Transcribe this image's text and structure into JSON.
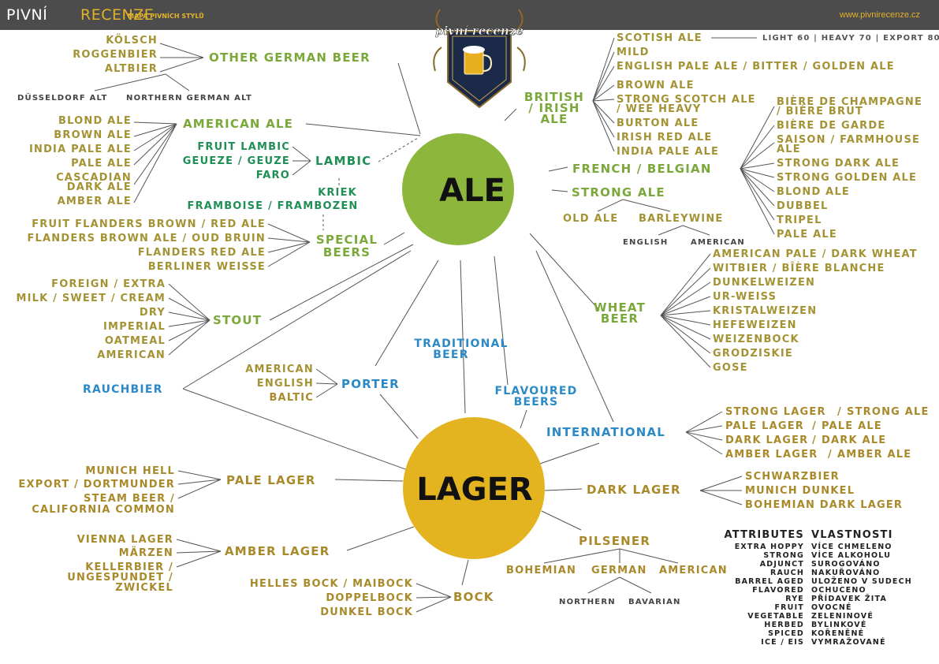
{
  "header": {
    "brand_part1": "PIVNÍ",
    "brand_part2": "RECENZE",
    "subtitle": "MAPA PIVNÍCH STYLŮ",
    "url": "www.pivnirecenze.cz"
  },
  "logo": {
    "text": "pivní recenze"
  },
  "colors": {
    "ale": "#8cb63c",
    "lager": "#e3b420",
    "olive": "#a49334",
    "green": "#7aa83a",
    "blue": "#2b8ac6",
    "gold": "#a98a2a",
    "tan": "#9a7a3a",
    "teal": "#1f8f55",
    "line": "#555555"
  },
  "hubs": {
    "ale": "ALE",
    "lager": "LAGER"
  },
  "categories": {
    "other_german": "OTHER GERMAN BEER",
    "american_ale": "AMERICAN ALE",
    "lambic": "LAMBIC",
    "special_1": "SPECIAL",
    "special_2": "BEERS",
    "stout": "STOUT",
    "rauchbier": "RAUCHBIER",
    "porter": "PORTER",
    "traditional_1": "TRADITIONAL",
    "traditional_2": "BEER",
    "flavoured_1": "FLAVOURED",
    "flavoured_2": "BEERS",
    "international": "INTERNATIONAL",
    "british_1": "BRITISH",
    "british_2": "/ IRISH",
    "british_3": "ALE",
    "french_belgian": "FRENCH / BELGIAN",
    "strong_ale": "STRONG ALE",
    "wheat_1": "WHEAT",
    "wheat_2": "BEER",
    "pale_lager": "PALE LAGER",
    "amber_lager": "AMBER LAGER",
    "bock": "BOCK",
    "pilsener": "PILSENER",
    "dark_lager": "DARK LAGER"
  },
  "other_german_items": [
    "KÖLSCH",
    "ROGGENBIER",
    "ALTBIER"
  ],
  "altbier_subs": [
    "DÜSSELDORF ALT",
    "NORTHERN GERMAN ALT"
  ],
  "american_ale_items": [
    "BLOND ALE",
    "BROWN ALE",
    "INDIA PALE ALE",
    "PALE ALE",
    "CASCADIAN",
    "DARK ALE",
    "AMBER ALE"
  ],
  "lambic_items": [
    "FRUIT LAMBIC",
    "GEUEZE / GEUZE",
    "FARO"
  ],
  "kriek": [
    "KRIEK",
    "FRAMBOISE / FRAMBOZEN"
  ],
  "special_items": [
    "FRUIT FLANDERS BROWN / RED ALE",
    "FLANDERS BROWN ALE / OUD BRUIN",
    "FLANDERS RED ALE",
    "BERLINER WEISSE"
  ],
  "stout_items": [
    "FOREIGN / EXTRA",
    "MILK / SWEET / CREAM",
    "DRY",
    "IMPERIAL",
    "OATMEAL",
    "AMERICAN"
  ],
  "porter_items": [
    "AMERICAN",
    "ENGLISH",
    "BALTIC"
  ],
  "british_items": [
    "SCOTISH ALE",
    "MILD",
    "ENGLISH PALE ALE / BITTER / GOLDEN ALE",
    "BROWN ALE",
    "STRONG SCOTCH ALE",
    "/ WEE HEAVY",
    "BURTON ALE",
    "IRISH RED ALE",
    "INDIA PALE ALE"
  ],
  "scotish_note": "LIGHT 60 | HEAVY 70 | EXPORT 80",
  "french_items": [
    "BIÈRE DE CHAMPAGNE",
    "/ BIÈRE BRUT",
    "BIÈRE DE GARDE",
    "SAISON / FARMHOUSE",
    "ALE",
    "STRONG DARK ALE",
    "STRONG GOLDEN ALE",
    "BLOND ALE",
    "DUBBEL",
    "TRIPEL",
    "PALE ALE"
  ],
  "strong_ale_items": [
    "OLD ALE",
    "BARLEYWINE"
  ],
  "barleywine_subs": [
    "ENGLISH",
    "AMERICAN"
  ],
  "wheat_items": [
    "AMERICAN PALE / DARK WHEAT",
    "WITBIER / BÎÈRE BLANCHE",
    "DUNKELWEIZEN",
    "UR-WEISS",
    "KRISTALWEIZEN",
    "HEFEWEIZEN",
    "WEIZENBOCK",
    "GRODZISKIE",
    "GOSE"
  ],
  "international_items": [
    {
      "a": "STRONG LAGER",
      "s": "/",
      "b": "STRONG ALE"
    },
    {
      "a": "PALE LAGER",
      "s": "/",
      "b": "PALE ALE"
    },
    {
      "a": "DARK LAGER",
      "s": "/",
      "b": "DARK ALE"
    },
    {
      "a": "AMBER LAGER",
      "s": "/",
      "b": "AMBER ALE"
    }
  ],
  "pale_lager_items": [
    "MUNICH HELL",
    "EXPORT / DORTMUNDER",
    "STEAM BEER /",
    "CALIFORNIA COMMON"
  ],
  "amber_lager_items": [
    "VIENNA LAGER",
    "MÄRZEN",
    "KELLERBIER /",
    "UNGESPUNDET /",
    "ZWICKEL"
  ],
  "bock_items": [
    "HELLES BOCK / MAIBOCK",
    "DOPPELBOCK",
    "DUNKEL BOCK"
  ],
  "pilsener_items": [
    "BOHEMIAN",
    "GERMAN",
    "AMERICAN"
  ],
  "german_subs": [
    "NORTHERN",
    "BAVARIAN"
  ],
  "dark_lager_items": [
    "SCHWARZBIER",
    "MUNICH DUNKEL",
    "BOHEMIAN DARK LAGER"
  ],
  "attributes": {
    "title_en": "ATTRIBUTES",
    "title_cz": "VLASTNOSTI",
    "rows": [
      {
        "en": "EXTRA HOPPY",
        "cz": "VÍCE CHMELENO"
      },
      {
        "en": "STRONG",
        "cz": "VÍCE ALKOHOLU"
      },
      {
        "en": "ADJUNCT",
        "cz": "SUROGOVÁNO"
      },
      {
        "en": "RAUCH",
        "cz": "NAKUŘOVÁNO"
      },
      {
        "en": "BARREL AGED",
        "cz": "ULOŽENO V SUDECH"
      },
      {
        "en": "FLAVORED",
        "cz": "OCHUCENO"
      },
      {
        "en": "RYE",
        "cz": "PŘÍDAVEK ŽITA"
      },
      {
        "en": "FRUIT",
        "cz": "OVOCNÉ"
      },
      {
        "en": "VEGETABLE",
        "cz": "ZELENINOVÉ"
      },
      {
        "en": "HERBED",
        "cz": "BYLINKOVÉ"
      },
      {
        "en": "SPICED",
        "cz": "KOŘENĚNÉ"
      },
      {
        "en": "ICE / EIS",
        "cz": "VYMRAŽOVANÉ"
      }
    ]
  }
}
